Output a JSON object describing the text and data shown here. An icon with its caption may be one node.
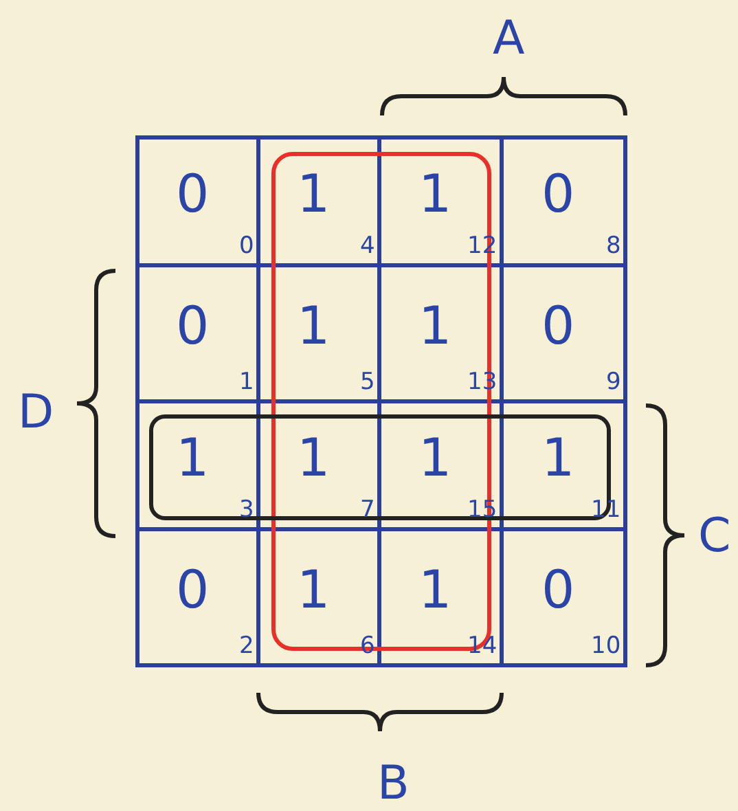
{
  "diagram": {
    "labels": [
      "A",
      "0",
      "0",
      "1",
      "4",
      "1",
      "12",
      "0",
      "8",
      "0",
      "1",
      "1",
      "5",
      "1",
      "13",
      "0",
      "9",
      "1",
      "3",
      "1",
      "7",
      "1",
      "15",
      "1",
      "11",
      "0",
      "2",
      "1",
      "6",
      "1",
      "14",
      "0",
      "10",
      "D",
      "C",
      "B"
    ]
  }
}
